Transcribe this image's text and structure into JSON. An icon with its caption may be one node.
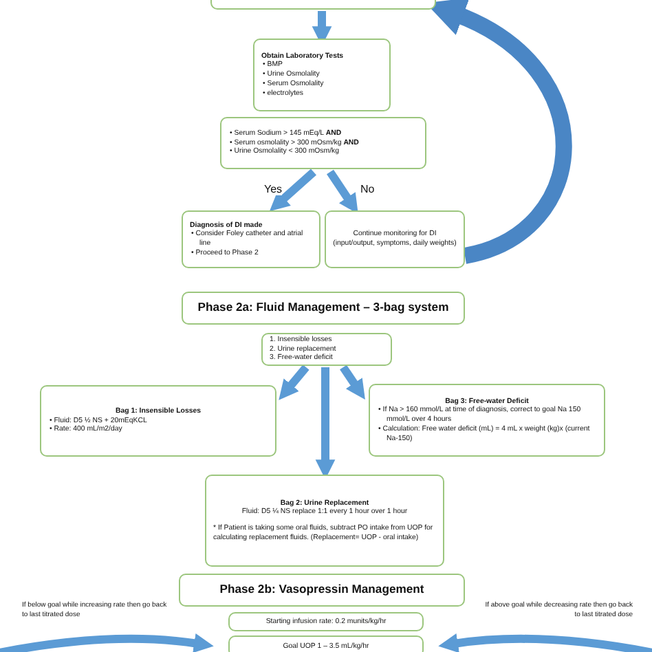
{
  "diagram": {
    "nodes": [
      {
        "text": [],
        "shape": "box"
      },
      {
        "text": [
          "Obtain Laboratory Tests",
          "• BMP",
          "• Urine Osmolality",
          "• Serum Osmolality",
          "• electrolytes"
        ]
      },
      {
        "text": [
          "• Serum Sodium > 145 mEq/L **AND**",
          "• Serum osmolality > 300 mOsm/kg **AND**",
          "• Urine Osmolality < 300 mOsm/kg"
        ]
      },
      {
        "text": [
          "Diagnosis of DI made",
          "• Consider Foley catheter and atrial line",
          "• Proceed to Phase 2"
        ]
      },
      {
        "text": [
          "Continue monitoring for DI (input/output, symptoms, daily weights)"
        ]
      },
      {
        "text": [
          "Phase 2a: Fluid Management – 3-bag system"
        ]
      },
      {
        "text": [
          "1. Insensible losses",
          "2. Urine replacement",
          "3. Free-water deficit"
        ]
      },
      {
        "text": [
          "Bag 1: Insensible Losses",
          "• Fluid: D5 ½ NS + 20mEqKCL",
          "• Rate: 400 mL/m2/day"
        ]
      },
      {
        "text": [
          "Bag 3: Free-water Deficit",
          "• If Na > 160 mmol/L at time of diagnosis, correct to goal Na 150 mmol/L over 4 hours",
          "• Calculation: Free water deficit (mL) = 4 mL x weight (kg)x (current Na-150)"
        ]
      },
      {
        "text": [
          "Bag 2: Urine Replacement",
          "Fluid: D5 ¼ NS replace 1:1 every 1 hour over 1 hour",
          "* If Patient is taking some oral fluids, subtract PO intake from UOP for calculating replacement fluids. (Replacement= UOP - oral intake)"
        ]
      },
      {
        "text": [
          "Phase 2b: Vasopressin Management"
        ]
      },
      {
        "text": [
          "Starting infusion rate: 0.2 munits/kg/hr"
        ]
      },
      {
        "text": [
          "Goal UOP 1 – 3.5 mL/kg/hr"
        ]
      }
    ],
    "edges": [
      {
        "from": 0,
        "to": 1,
        "arrow": "to"
      },
      {
        "from": 2,
        "to": 3,
        "arrow": "to",
        "label": "Yes"
      },
      {
        "from": 2,
        "to": 4,
        "arrow": "to",
        "label": "No"
      },
      {
        "from": 4,
        "to": 0,
        "arrow": "to",
        "style": "thick"
      },
      {
        "from": 6,
        "to": 7,
        "arrow": "to"
      },
      {
        "from": 6,
        "to": 9,
        "arrow": "to"
      },
      {
        "from": 6,
        "to": 8,
        "arrow": "to"
      },
      {
        "from": null,
        "to": 12,
        "arrow": "to",
        "label": "If below goal while increasing rate then go back to last titrated dose"
      },
      {
        "from": null,
        "to": 12,
        "arrow": "to",
        "label": "If above goal while decreasing rate then go back to last titrated dose"
      }
    ]
  }
}
